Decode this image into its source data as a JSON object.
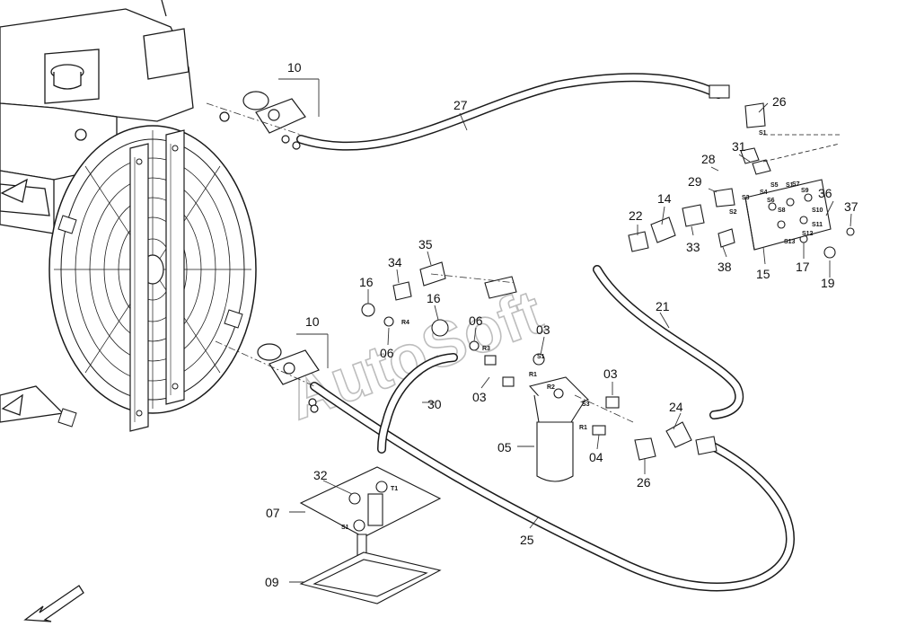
{
  "diagram": {
    "watermark": "AutoSoft",
    "part_numbers": [
      "10",
      "27",
      "26",
      "31",
      "28",
      "29",
      "14",
      "22",
      "33",
      "38",
      "15",
      "17",
      "19",
      "36",
      "37",
      "35",
      "34",
      "16",
      "16",
      "10",
      "06",
      "06",
      "03",
      "03",
      "03",
      "21",
      "30",
      "24",
      "05",
      "04",
      "26",
      "32",
      "07",
      "25",
      "09"
    ],
    "port_labels": [
      "S1",
      "S1",
      "S2",
      "S3",
      "S4",
      "S5",
      "S6",
      "S7",
      "S8",
      "S9",
      "S10",
      "S11",
      "S12",
      "S13",
      "R1",
      "R2",
      "R3",
      "R4",
      "S3",
      "S1",
      "T1",
      "S1",
      "R1"
    ],
    "colors": {
      "line": "#1a1a1a",
      "leader": "#333333",
      "watermark_stroke": "#bdbdbd"
    }
  }
}
